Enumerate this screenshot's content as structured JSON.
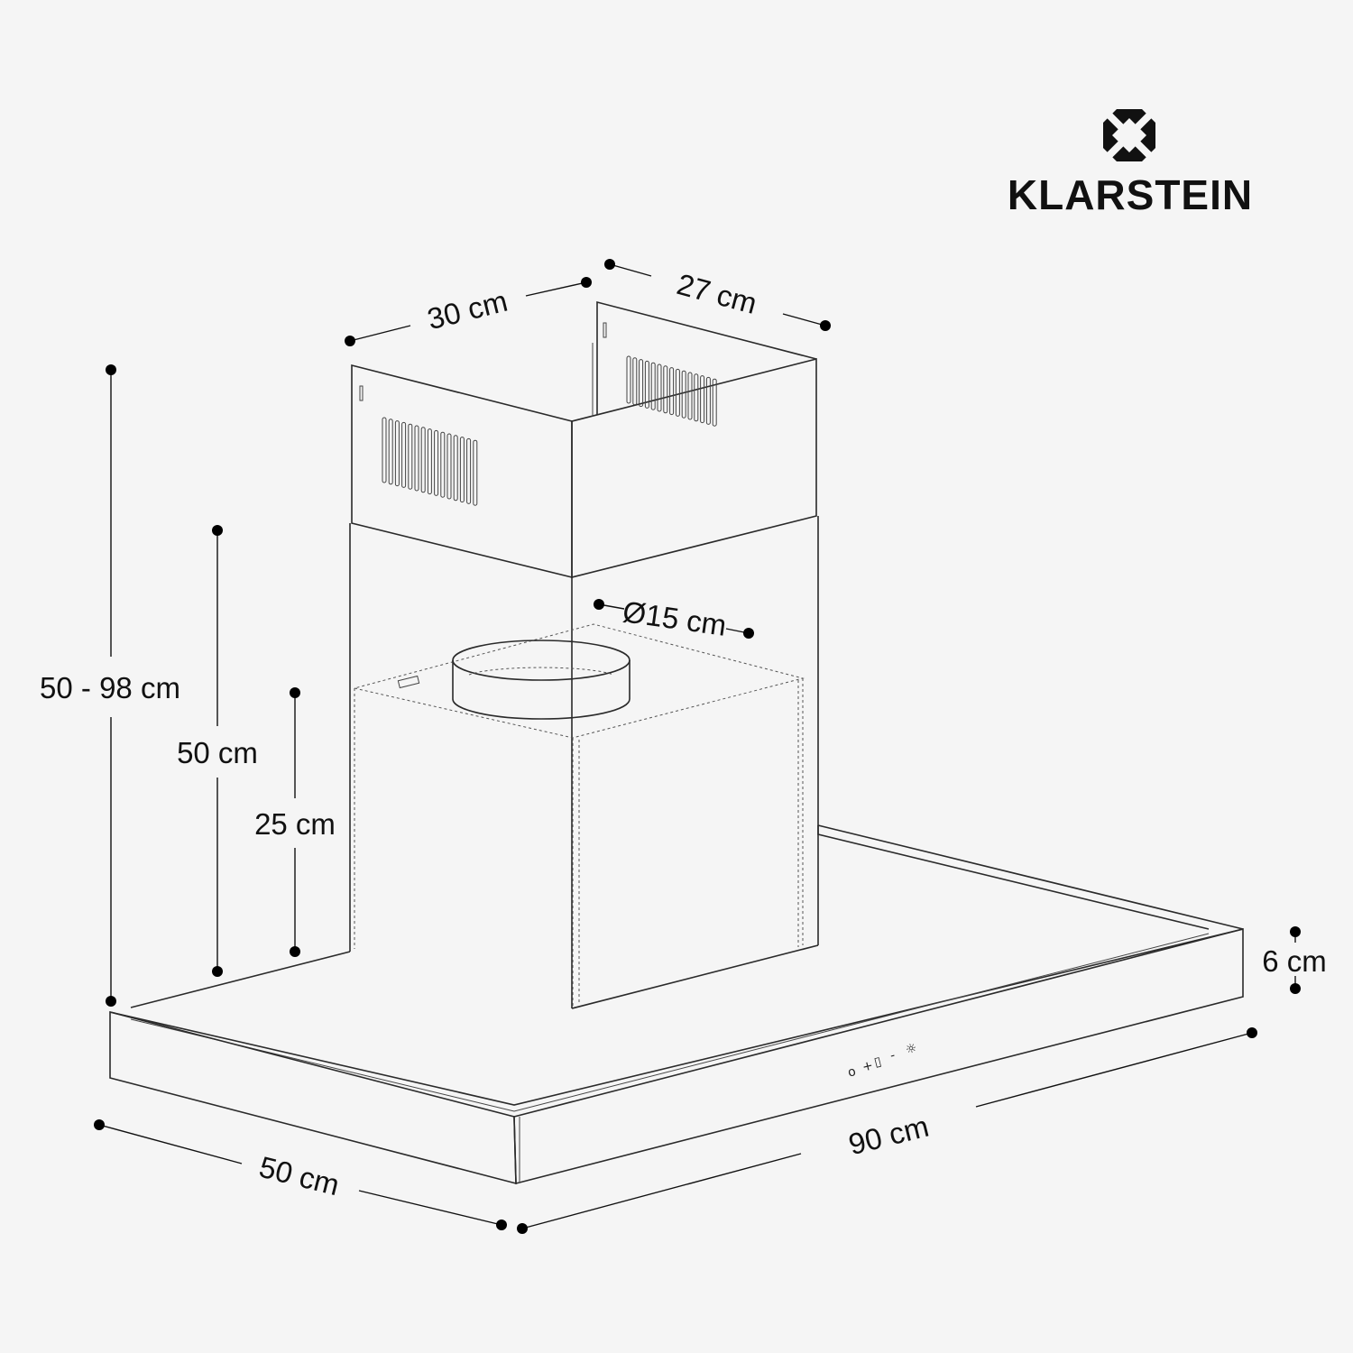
{
  "brand": {
    "name": "KLARSTEIN",
    "logo_icon": "octagon-logo-icon"
  },
  "dimensions": {
    "chimney_width": "30 cm",
    "chimney_depth": "27 cm",
    "total_height": "50 - 98 cm",
    "chimney_height": "50 cm",
    "motor_height": "25 cm",
    "duct_diameter": "Ø15 cm",
    "canopy_thickness": "6 cm",
    "canopy_width": "90 cm",
    "canopy_depth": "50 cm"
  },
  "control_panel": {
    "power": "o",
    "plus": "+",
    "display": "▯",
    "minus": "-",
    "light": "☼"
  },
  "colors": {
    "background": "#f5f5f5",
    "line": "#2a2a2a"
  }
}
